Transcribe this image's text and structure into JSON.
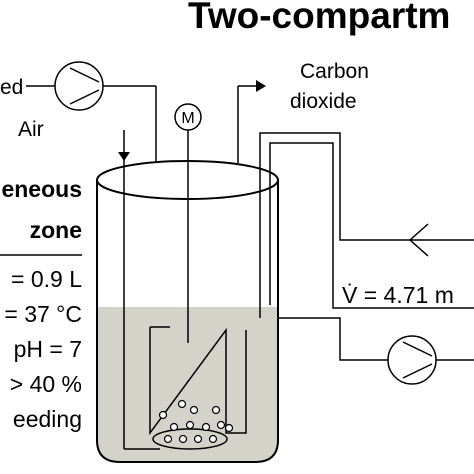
{
  "title": "Two-compartm",
  "labels": {
    "feed_fragment": "ed",
    "air": "Air",
    "motor": "M",
    "carbon_dioxide_line1": "Carbon",
    "carbon_dioxide_line2": "dioxide",
    "flow_rate": "V̇ = 4.71 m"
  },
  "zone": {
    "line1": "eneous",
    "line2": "zone"
  },
  "conditions": [
    "= 0.9 L",
    "= 37 °C",
    "pH = 7",
    "> 40 %",
    "eeding"
  ],
  "colors": {
    "liquid": "#d3d3c9",
    "line": "#000000"
  }
}
